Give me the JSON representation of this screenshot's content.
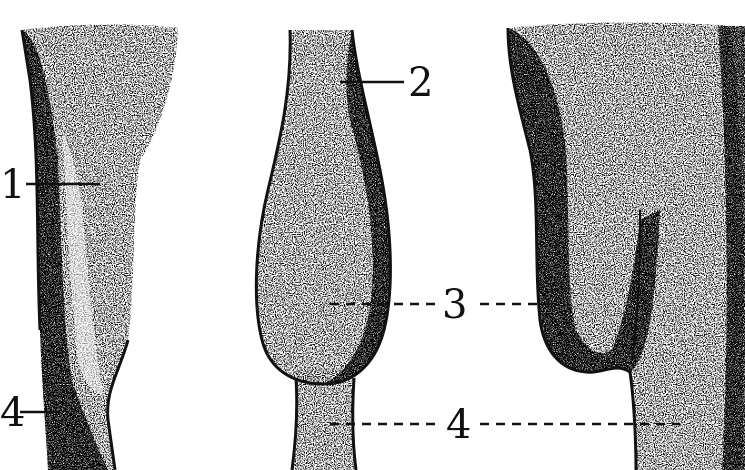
{
  "callouts": {
    "label_1": "1",
    "label_2": "2",
    "label_3": "3",
    "label_4_left": "4",
    "label_4_center": "4"
  },
  "colors": {
    "ink": "#111111",
    "paper": "#ffffff"
  }
}
